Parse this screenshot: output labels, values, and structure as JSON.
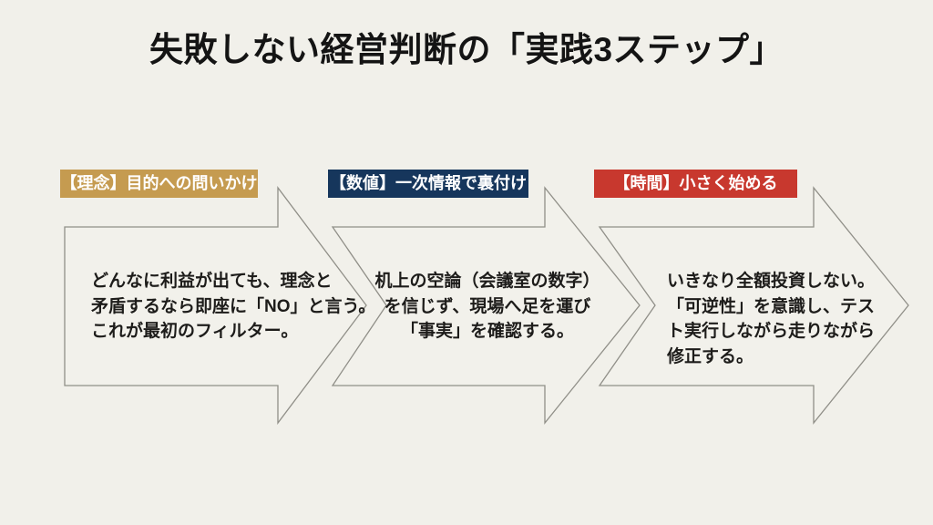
{
  "slide": {
    "title": "失敗しない経営判断の「実践3ステップ」",
    "background_color": "#F1F0EA",
    "title_color": "#141414",
    "body_text_color": "#1D1C1A",
    "arrow_outline_color": "#908F88",
    "steps": [
      {
        "badge_label": "【理念】目的への問いかけ",
        "badge_color": "#C59B50",
        "text_lines": [
          "どんなに利益が出ても、理念と",
          "矛盾するなら即座に「NO」と言う。",
          "これが最初のフィルター。"
        ]
      },
      {
        "badge_label": "【数値】一次情報で裏付け",
        "badge_color": "#16365C",
        "text_lines": [
          "机上の空論（会議室の数字）",
          "を信じず、現場へ足を運び",
          "「事実」を確認する。"
        ]
      },
      {
        "badge_label": "【時間】小さく始める",
        "badge_color": "#C8382E",
        "text_lines": [
          "いきなり全額投資しない。",
          "「可逆性」を意識し、テス",
          "ト実行しながら走りながら",
          "修正する。"
        ]
      }
    ]
  }
}
